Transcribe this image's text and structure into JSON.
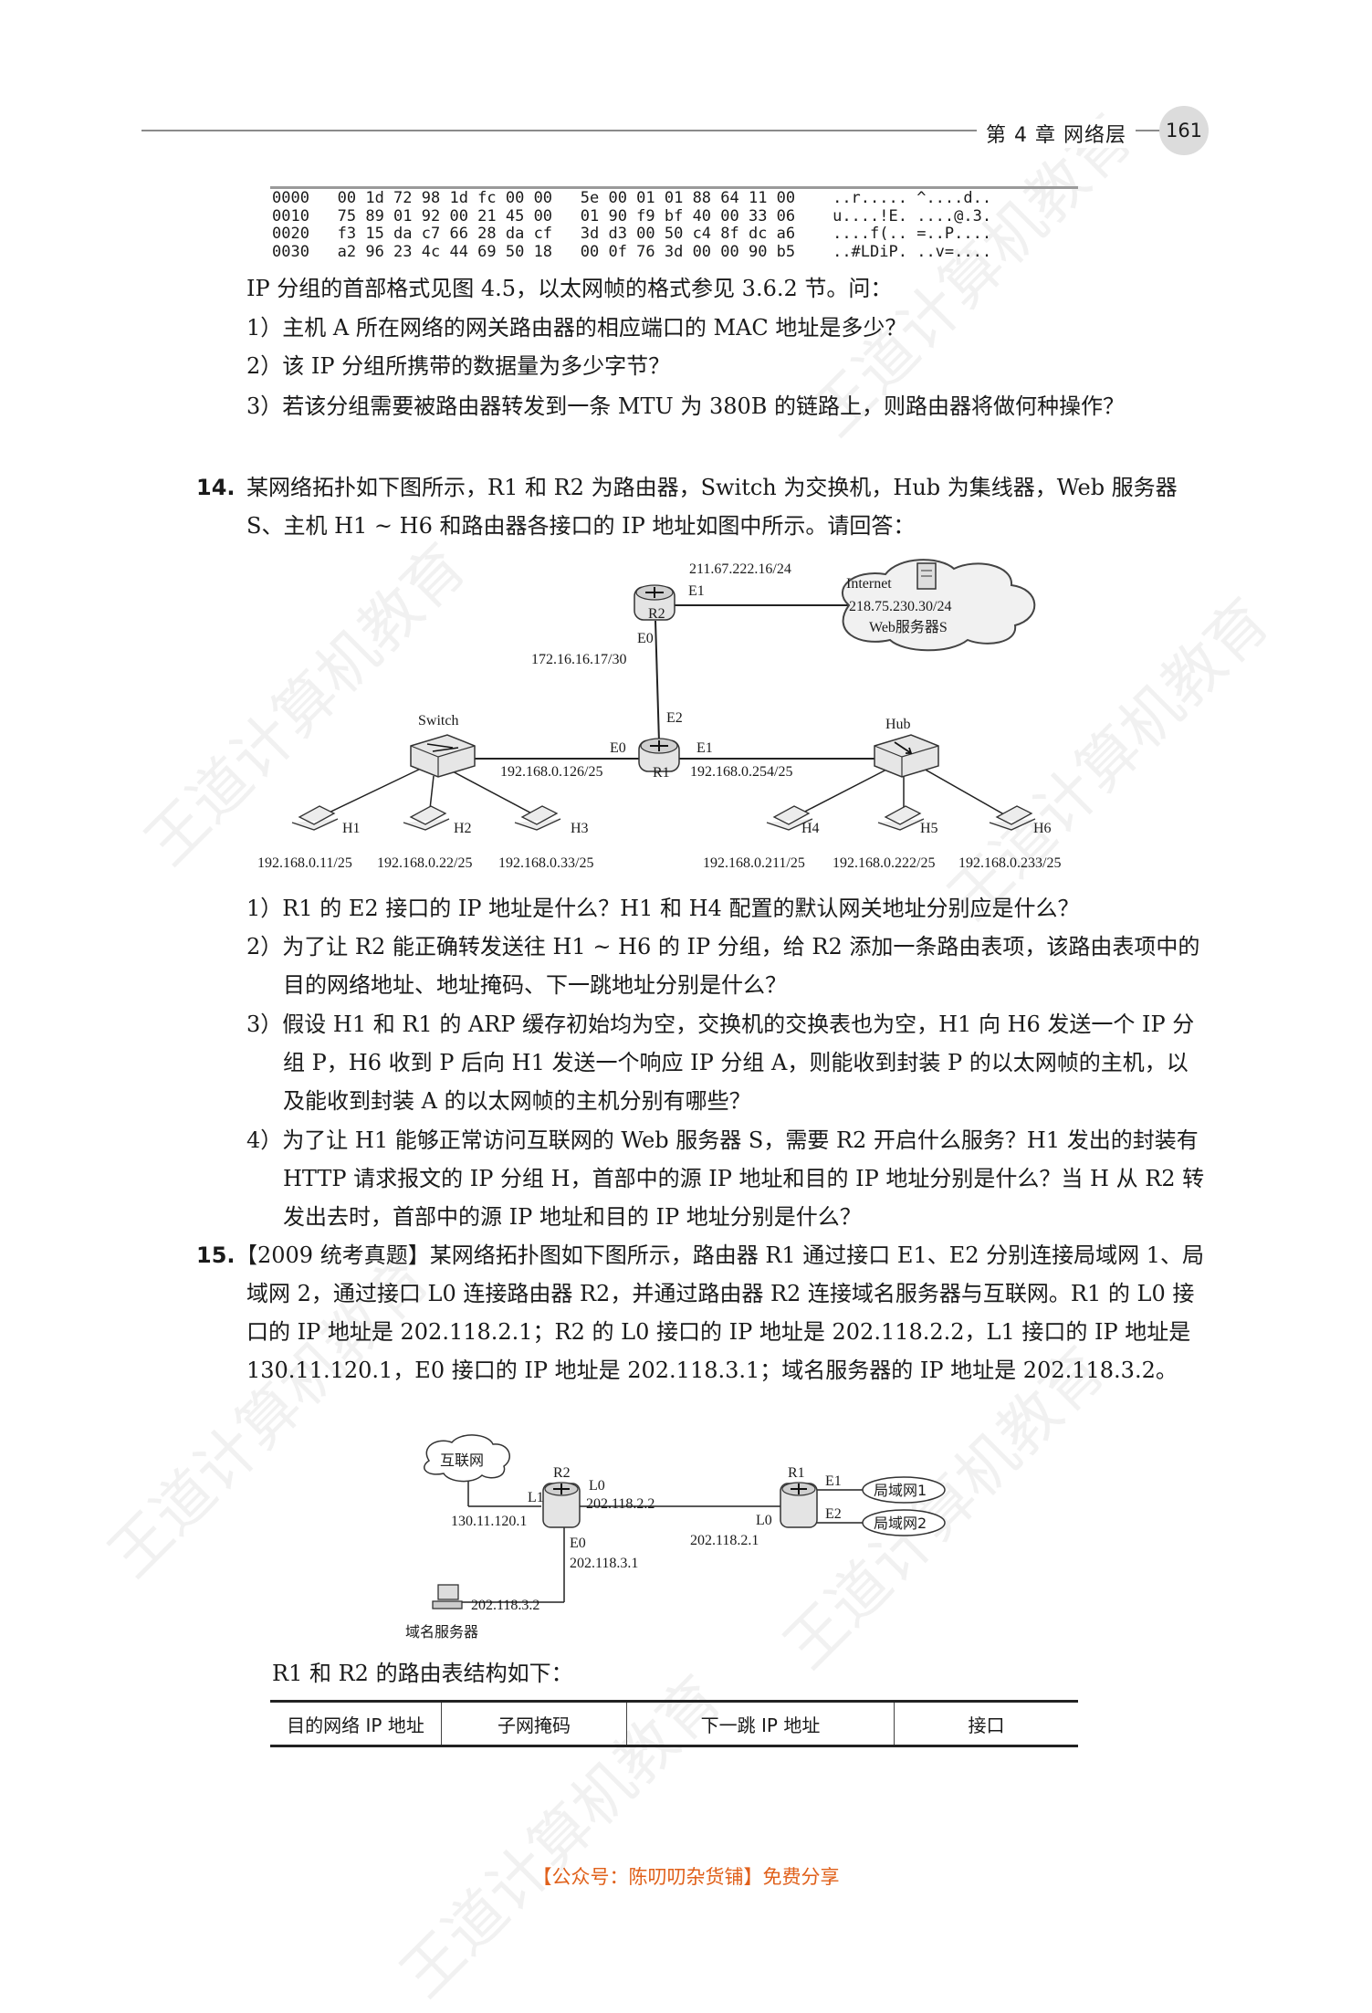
{
  "header": {
    "chapter": "第 4 章   网络层",
    "page_number": "161"
  },
  "hexdump": [
    "0000   00 1d 72 98 1d fc 00 00   5e 00 01 01 88 64 11 00    ..r..... ^....d..",
    "0010   75 89 01 92 00 21 45 00   01 90 f9 bf 40 00 33 06    u....!E. ....@.3.",
    "0020   f3 15 da c7 66 28 da cf   3d d3 00 50 c4 8f dc a6    ....f(.. =..P....",
    "0030   a2 96 23 4c 44 69 50 18   00 0f 76 3d 00 00 90 b5    ..#LDiP. ..v=...."
  ],
  "q13": {
    "intro": "IP 分组的首部格式见图 4.5，以太网帧的格式参见 3.6.2 节。问：",
    "items": [
      "1）主机 A 所在网络的网关路由器的相应端口的 MAC 地址是多少？",
      "2）该 IP 分组所携带的数据量为多少字节？",
      "3）若该分组需要被路由器转发到一条 MTU 为 380B 的链路上，则路由器将做何种操作？"
    ]
  },
  "q14": {
    "number": "14.",
    "stem": "某网络拓扑如下图所示，R1 和 R2 为路由器，Switch 为交换机，Hub 为集线器，Web 服务器 S、主机 H1 ~ H6 和路由器各接口的 IP 地址如图中所示。请回答：",
    "figure": {
      "r2": "R2",
      "r2_e1": "E1",
      "r2_e1_ip": "211.67.222.16/24",
      "internet": "Internet",
      "web_ip": "218.75.230.30/24",
      "web_server": "Web服务器S",
      "r2_e0": "E0",
      "r2_e0_ip": "172.16.16.17/30",
      "r1_e2": "E2",
      "switch": "Switch",
      "hub": "Hub",
      "r1": "R1",
      "r1_e0": "E0",
      "r1_e1": "E1",
      "r1_e0_ip": "192.168.0.126/25",
      "r1_e1_ip": "192.168.0.254/25",
      "hosts": [
        {
          "name": "H1",
          "ip": "192.168.0.11/25"
        },
        {
          "name": "H2",
          "ip": "192.168.0.22/25"
        },
        {
          "name": "H3",
          "ip": "192.168.0.33/25"
        },
        {
          "name": "H4",
          "ip": "192.168.0.211/25"
        },
        {
          "name": "H5",
          "ip": "192.168.0.222/25"
        },
        {
          "name": "H6",
          "ip": "192.168.0.233/25"
        }
      ]
    },
    "items": [
      "1）R1 的 E2 接口的 IP 地址是什么？H1 和 H4 配置的默认网关地址分别应是什么？",
      "2）为了让 R2 能正确转发送往 H1 ~ H6 的 IP 分组，给 R2 添加一条路由表项，该路由表项中的目的网络地址、地址掩码、下一跳地址分别是什么？",
      "3）假设 H1 和 R1 的 ARP 缓存初始均为空，交换机的交换表也为空，H1 向 H6 发送一个 IP 分组 P，H6 收到 P 后向 H1 发送一个响应 IP 分组 A，则能收到封装 P 的以太网帧的主机，以及能收到封装 A 的以太网帧的主机分别有哪些？",
      "4）为了让 H1 能够正常访问互联网的 Web 服务器 S，需要 R2 开启什么服务？H1 发出的封装有 HTTP 请求报文的 IP 分组 H，首部中的源 IP 地址和目的 IP 地址分别是什么？当 H 从 R2 转发出去时，首部中的源 IP 地址和目的 IP 地址分别是什么？"
    ]
  },
  "q15": {
    "number": "15.",
    "stem": "【2009 统考真题】某网络拓扑图如下图所示，路由器 R1 通过接口 E1、E2 分别连接局域网 1、局域网 2，通过接口 L0 连接路由器 R2，并通过路由器 R2 连接域名服务器与互联网。R1 的 L0 接口的 IP 地址是 202.118.2.1；R2 的 L0 接口的 IP 地址是 202.118.2.2，L1 接口的 IP 地址是 130.11.120.1，E0 接口的 IP 地址是 202.118.3.1；域名服务器的 IP 地址是 202.118.3.2。",
    "figure": {
      "internet": "互联网",
      "r2": "R2",
      "l1": "L1",
      "l1_ip": "130.11.120.1",
      "r2_l0": "L0",
      "r2_l0_ip": "202.118.2.2",
      "e0": "E0",
      "e0_ip": "202.118.3.1",
      "dns_ip": "202.118.3.2",
      "dns": "域名服务器",
      "r1": "R1",
      "r1_l0": "L0",
      "r1_l0_ip": "202.118.2.1",
      "r1_e1": "E1",
      "r1_e2": "E2",
      "lan1": "局域网1",
      "lan2": "局域网2"
    },
    "table_intro": "R1 和 R2 的路由表结构如下：",
    "table_headers": [
      "目的网络 IP 地址",
      "子网掩码",
      "下一跳 IP 地址",
      "接口"
    ]
  },
  "watermark": "王道计算机教育",
  "footer": "【公众号：陈叨叨杂货铺】免费分享"
}
